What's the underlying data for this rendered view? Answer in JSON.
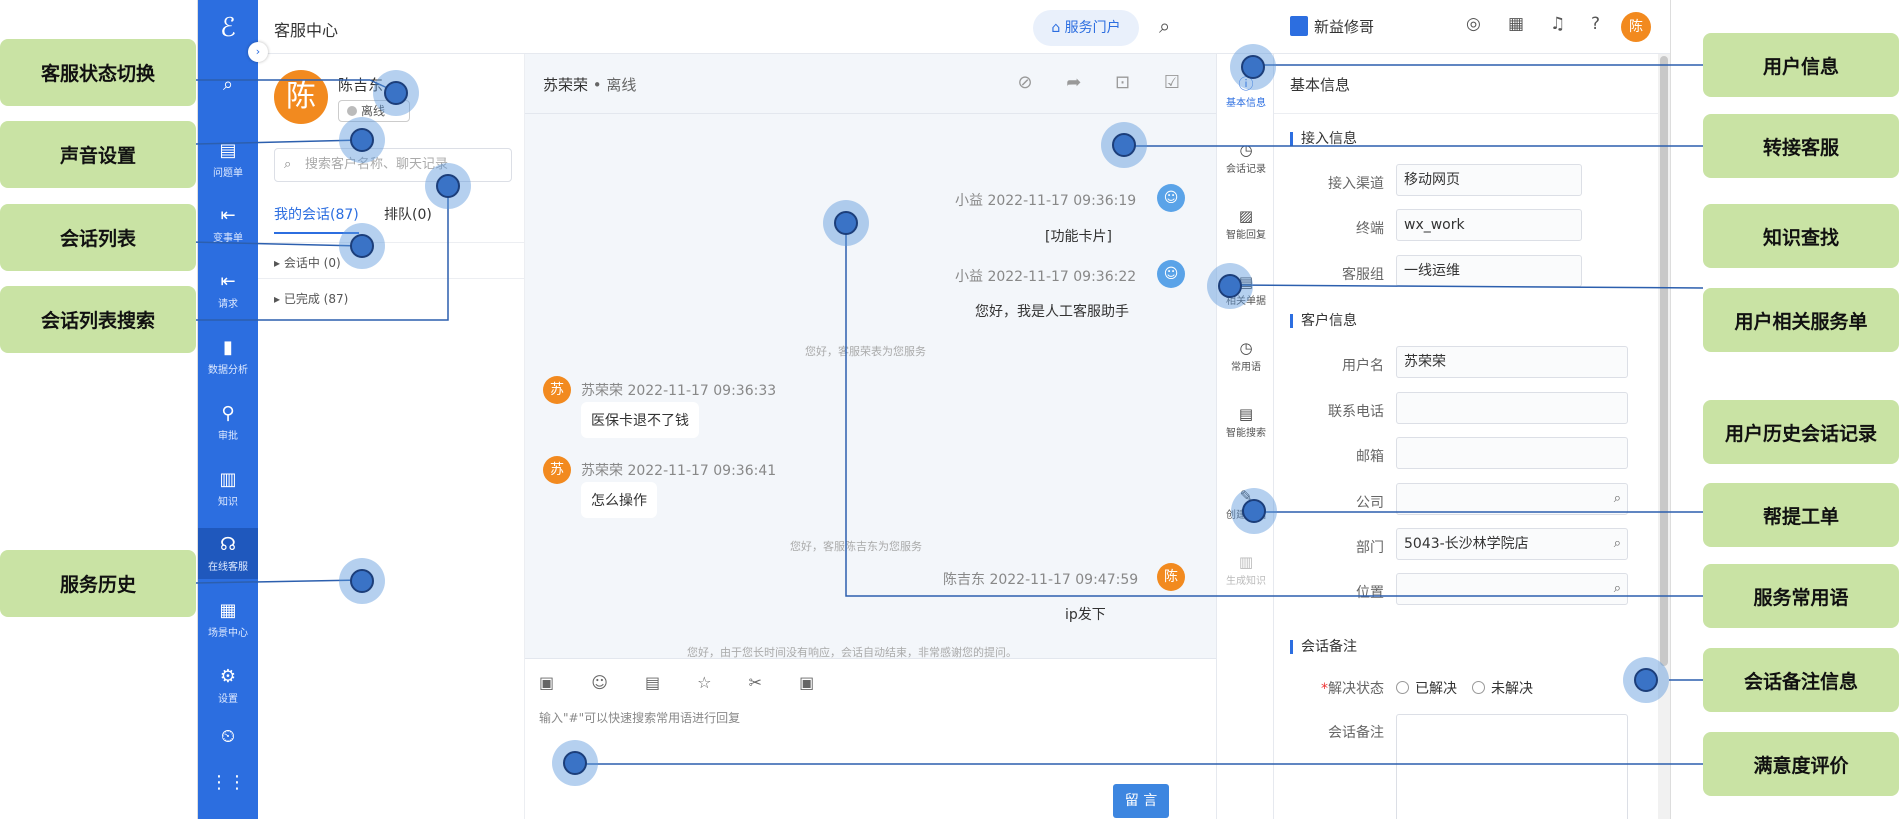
{
  "callouts_left": [
    "客服状态切换",
    "声音设置",
    "会话列表",
    "会话列表搜索",
    "服务历史"
  ],
  "callouts_right": [
    "用户信息",
    "转接客服",
    "知识查找",
    "用户相关服务单",
    "用户历史会话记录",
    "帮提工单",
    "服务常用语",
    "会话备注信息",
    "满意度评价"
  ],
  "app": {
    "logo_glyph": "ℰ",
    "collapse_glyph": "›"
  },
  "rail": {
    "items": [
      {
        "icon": "⌕",
        "label": ""
      },
      {
        "icon": "▤",
        "label": "问题单"
      },
      {
        "icon": "⇤",
        "label": "变事单"
      },
      {
        "icon": "⇤",
        "label": "请求"
      },
      {
        "icon": "▮",
        "label": "数据分析"
      },
      {
        "icon": "⚲",
        "label": "审批"
      },
      {
        "icon": "▥",
        "label": "知识"
      },
      {
        "icon": "☊",
        "label": "在线客服"
      },
      {
        "icon": "▦",
        "label": "场景中心"
      },
      {
        "icon": "⚙",
        "label": "设置"
      },
      {
        "icon": "⏲",
        "label": ""
      },
      {
        "icon": "⋮⋮",
        "label": ""
      }
    ]
  },
  "topbar": {
    "title": "客服中心",
    "portal_label": "⌂ 服务门户",
    "search_icon": "⌕",
    "org_name": "新益修哥",
    "icons": [
      "◎",
      "▦",
      "♫",
      "?"
    ],
    "avatar_text": "陈"
  },
  "sessions": {
    "agent_avatar_text": "陈",
    "agent_name": "陈吉东",
    "status_label": "离线",
    "search_placeholder": "搜索客户名称、聊天记录",
    "search_icon": "⌕",
    "tab_mine": "我的会话(87)",
    "tab_queue": "排队(0)",
    "group_active": "▸ 会话中 (0)",
    "group_done": "▸ 已完成 (87)"
  },
  "chat": {
    "contact_name": "苏荣荣",
    "contact_status": "离线",
    "header_actions": "⊘ ➦ ⊡ ☑",
    "messages": {
      "bot1_meta": "小益 2022-11-17 09:36:19",
      "bot1_text": "[功能卡片]",
      "bot2_meta": "小益 2022-11-17 09:36:22",
      "bot2_text": "您好，我是人工客服助手",
      "sys1": "您好，客服荣表为您服务",
      "user1_meta": "苏荣荣 2022-11-17 09:36:33",
      "user1_text": "医保卡退不了钱",
      "user2_meta": "苏荣荣 2022-11-17 09:36:41",
      "user2_text": "怎么操作",
      "sys2": "您好，客服陈吉东为您服务",
      "agent_meta": "陈吉东 2022-11-17 09:47:59",
      "agent_text": "ip发下",
      "sys3": "您好，由于您长时间没有响应，会话自动结束，非常感谢您的提问。"
    },
    "avatar_user": "苏",
    "avatar_agent": "陈",
    "avatar_bot": "☺",
    "composer_tools": "▣ ☺ ▤ ☆ ✂ ▣",
    "composer_hint": "输入\"#\"可以快速搜索常用语进行回复",
    "leave_button": "留 言"
  },
  "toolcol": {
    "items": [
      {
        "icon": "ⓘ",
        "label": "基本信息"
      },
      {
        "icon": "◷",
        "label": "会话记录"
      },
      {
        "icon": "▨",
        "label": "智能回复"
      },
      {
        "icon": "▤",
        "label": "相关单据"
      },
      {
        "icon": "◷",
        "label": "常用语"
      },
      {
        "icon": "▤",
        "label": "智能搜索"
      },
      {
        "icon": "✎",
        "label": "创建单据"
      },
      {
        "icon": "▥",
        "label": "生成知识"
      }
    ]
  },
  "info": {
    "title": "基本信息",
    "sec_access": "接入信息",
    "sec_customer": "客户信息",
    "sec_note": "会话备注",
    "fields": {
      "channel_label": "接入渠道",
      "channel_value": "移动网页",
      "terminal_label": "终端",
      "terminal_value": "wx_work",
      "group_label": "客服组",
      "group_value": "一线运维",
      "user_label": "用户名",
      "user_value": "苏荣荣",
      "phone_label": "联系电话",
      "phone_value": "",
      "email_label": "邮箱",
      "email_value": "",
      "company_label": "公司",
      "company_value": "",
      "dept_label": "部门",
      "dept_value": "5043-长沙林学院店",
      "location_label": "位置",
      "location_value": ""
    },
    "resolve_label": "解决状态",
    "resolve_required_mark": "*",
    "resolved": "已解决",
    "unresolved": "未解决",
    "note_label": "会话备注",
    "mag_icon": "⌕"
  }
}
